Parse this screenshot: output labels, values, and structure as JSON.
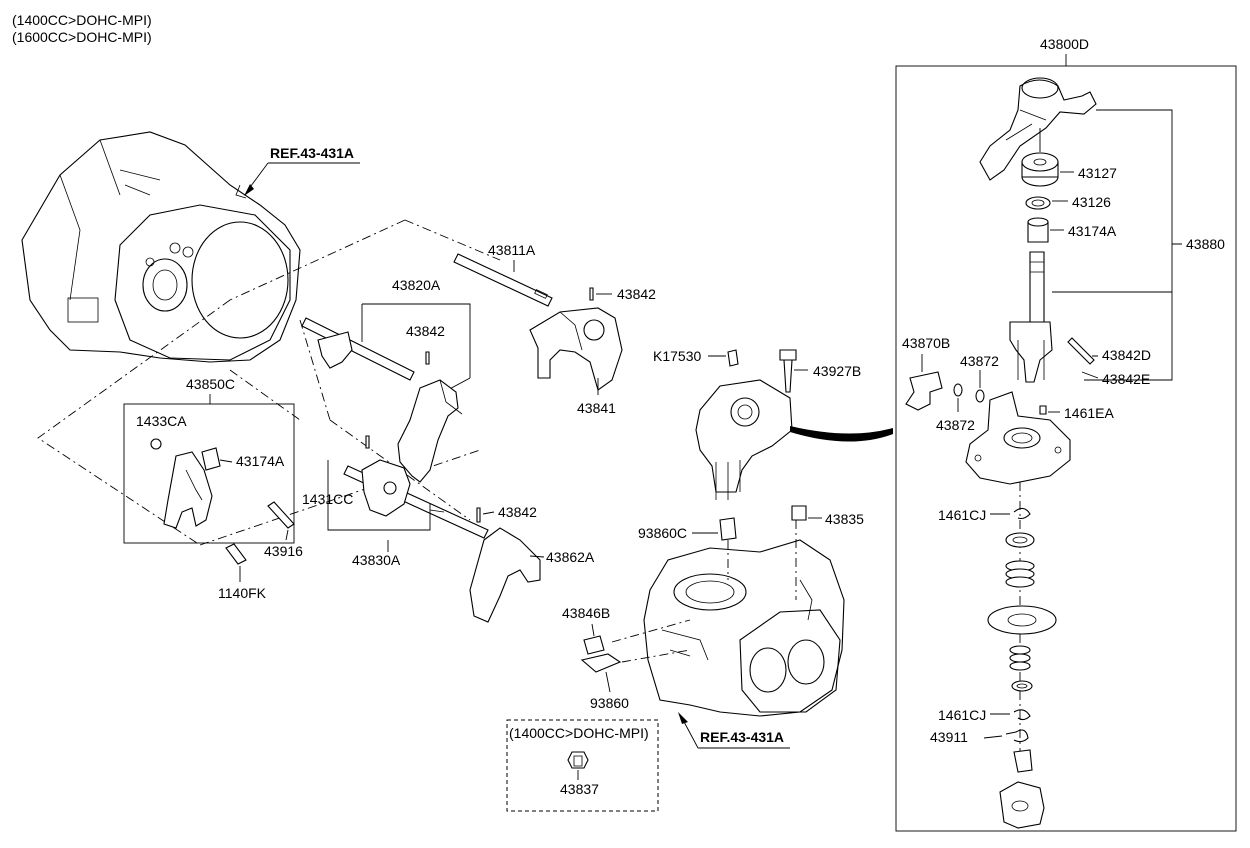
{
  "notes": {
    "line1": "(1400CC>DOHC-MPI)",
    "line2": "(1600CC>DOHC-MPI)"
  },
  "references": {
    "upper": "REF.43-431A",
    "lower": "REF.43-431A"
  },
  "option_box": {
    "title": "(1400CC>DOHC-MPI)",
    "part": "43837"
  },
  "parts": {
    "p43800D": "43800D",
    "p43127": "43127",
    "p43126": "43126",
    "p43174A_r": "43174A",
    "p43880": "43880",
    "p43870B": "43870B",
    "p43872_a": "43872",
    "p43872_b": "43872",
    "p43842D": "43842D",
    "p43842E": "43842E",
    "p1461EA": "1461EA",
    "p1461CJ_a": "1461CJ",
    "p1461CJ_b": "1461CJ",
    "p43911": "43911",
    "p43811A": "43811A",
    "p43842_a": "43842",
    "p43841": "43841",
    "p43820A": "43820A",
    "p43842_b": "43842",
    "p43850C": "43850C",
    "p1433CA": "1433CA",
    "p43174A_l": "43174A",
    "p43916": "43916",
    "p1140FK": "1140FK",
    "p1431CC": "1431CC",
    "p43842_c": "43842",
    "p43830A": "43830A",
    "p43862A": "43862A",
    "pK17530": "K17530",
    "p43927B": "43927B",
    "p93860C": "93860C",
    "p43835": "43835",
    "p43846B": "43846B",
    "p93860": "93860"
  }
}
